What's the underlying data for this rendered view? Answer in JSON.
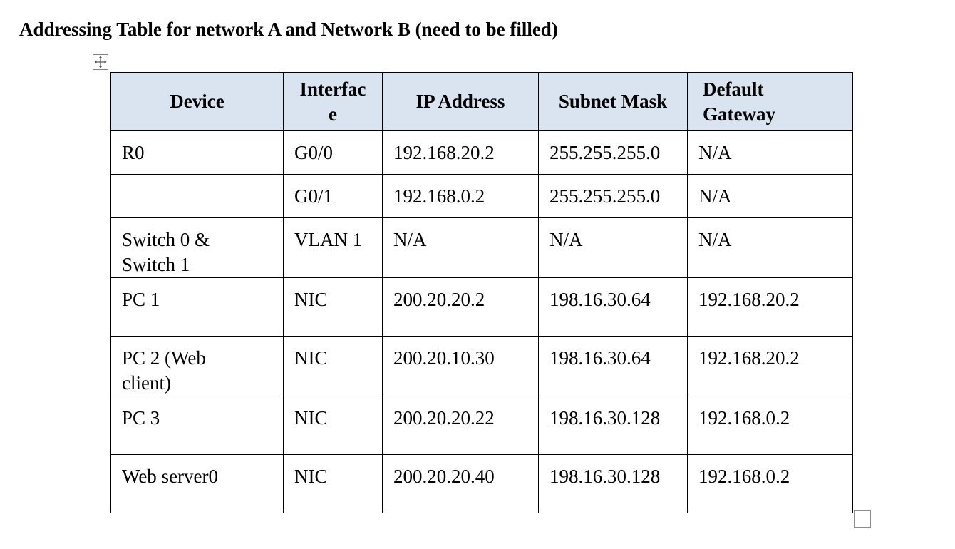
{
  "title": "Addressing Table for network A and Network B (need to be filled)",
  "icons": {
    "move_handle": "move-arrows-icon",
    "resize_handle": "resize-square-icon"
  },
  "table": {
    "headers": [
      "Device",
      "Interfac e",
      "IP Address",
      "Subnet Mask",
      "Default Gateway"
    ],
    "header_lines": {
      "interface": [
        "Interfac",
        "e"
      ],
      "gateway": [
        "Default",
        "Gateway"
      ]
    },
    "rows": [
      {
        "device": [
          "R0"
        ],
        "interface": "G0/0",
        "ip": "192.168.20.2",
        "mask": "255.255.255.0",
        "gateway": "N/A"
      },
      {
        "device": [
          ""
        ],
        "interface": "G0/1",
        "ip": "192.168.0.2",
        "mask": "255.255.255.0",
        "gateway": "N/A"
      },
      {
        "device": [
          "Switch 0 &",
          "Switch 1"
        ],
        "interface": "VLAN 1",
        "ip": "N/A",
        "mask": "N/A",
        "gateway": "N/A"
      },
      {
        "device": [
          "PC 1"
        ],
        "interface": "NIC",
        "ip": "200.20.20.2",
        "mask": "198.16.30.64",
        "gateway": "192.168.20.2"
      },
      {
        "device": [
          "PC 2 (Web",
          "client)"
        ],
        "interface": "NIC",
        "ip": "200.20.10.30",
        "mask": "198.16.30.64",
        "gateway": "192.168.20.2"
      },
      {
        "device": [
          "PC 3"
        ],
        "interface": "NIC",
        "ip": "200.20.20.22",
        "mask": "198.16.30.128",
        "gateway": "192.168.0.2"
      },
      {
        "device": [
          "Web server0"
        ],
        "interface": "NIC",
        "ip": "200.20.20.40",
        "mask": "198.16.30.128",
        "gateway": "192.168.0.2"
      }
    ]
  },
  "colors": {
    "header_fill": "#dae3f0",
    "border": "#000000"
  }
}
